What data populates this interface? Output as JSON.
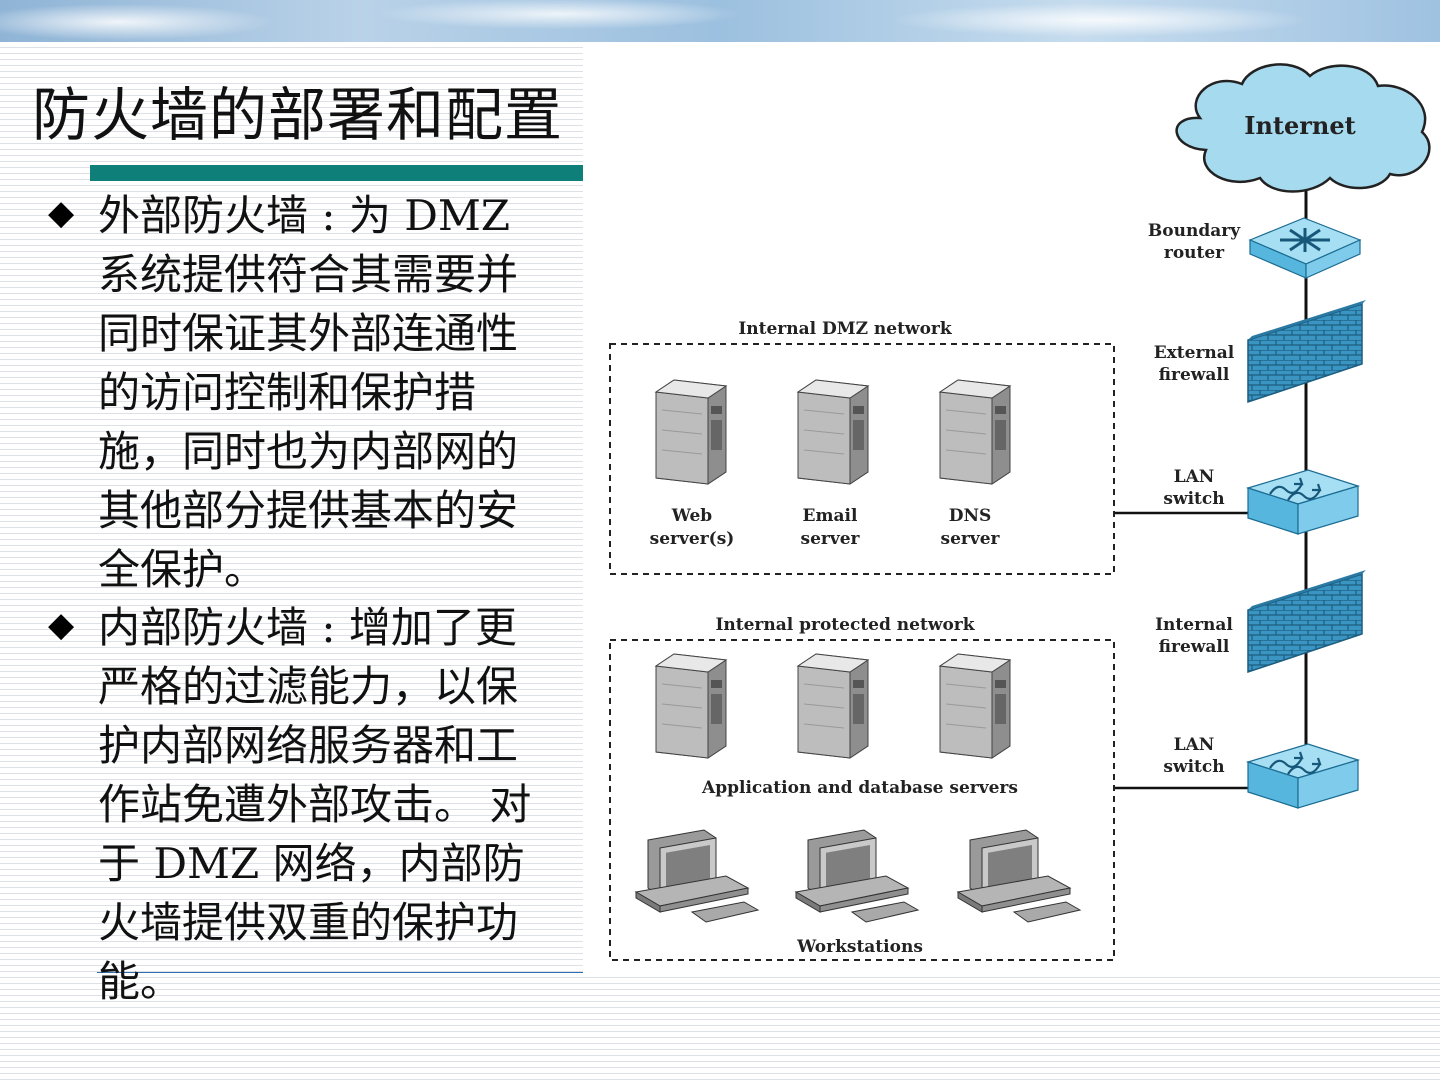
{
  "slide": {
    "title": "防火墙的部署和配置",
    "bullets": [
      {
        "marker": "◆",
        "text": "外部防火墙 : 为 DMZ 系统提供符合其需要并同时保证其外部连通性的访问控制和保护措施，同时也为内部网的其他部分提供基本的安全保护。"
      },
      {
        "marker": "◆",
        "text": "内部防火墙 : 增加了更严格的过滤能力，以保护内部网络服务器和工作站免遭外部攻击。 对于 DMZ 网络，内部防火墙提供双重的保护功能。"
      }
    ]
  },
  "diagram": {
    "cloud": "Internet",
    "devices": {
      "boundary_router": [
        "Boundary",
        "router"
      ],
      "external_firewall": [
        "External",
        "firewall"
      ],
      "lan_switch_1": [
        "LAN",
        "switch"
      ],
      "internal_firewall": [
        "Internal",
        "firewall"
      ],
      "lan_switch_2": [
        "LAN",
        "switch"
      ]
    },
    "dmz": {
      "label": "Internal DMZ network",
      "servers": [
        [
          "Web",
          "server(s)"
        ],
        [
          "Email",
          "server"
        ],
        [
          "DNS",
          "server"
        ]
      ]
    },
    "protected": {
      "label": "Internal protected network",
      "servers_label": "Application and database servers",
      "workstations_label": "Workstations"
    },
    "icons": [
      "cloud-icon",
      "router-icon",
      "firewall-icon",
      "switch-icon",
      "server-icon",
      "workstation-icon"
    ],
    "colors": {
      "device_fill": "#6cc3e6",
      "firewall": "#3a95c2",
      "teal_bar": "#0f7f7a"
    }
  }
}
